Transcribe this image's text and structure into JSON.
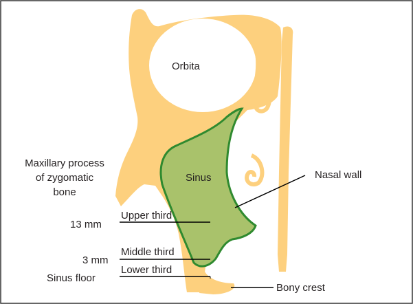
{
  "labels": {
    "orbita": "Orbita",
    "sinus": "Sinus",
    "maxillary_line1": "Maxillary process",
    "maxillary_line2": "of zygomatic",
    "maxillary_line3": "bone",
    "nasal_wall": "Nasal wall",
    "upper_third": "Upper third",
    "middle_third": "Middle third",
    "lower_third": "Lower third",
    "measure_13": "13 mm",
    "measure_3": "3 mm",
    "sinus_floor": "Sinus floor",
    "bony_crest": "Bony crest"
  },
  "colors": {
    "bone": "#fdd07e",
    "sinus_fill": "#a9c26b",
    "sinus_outline": "#2f8a2f",
    "leader_line": "#000000",
    "frame": "#333333"
  }
}
